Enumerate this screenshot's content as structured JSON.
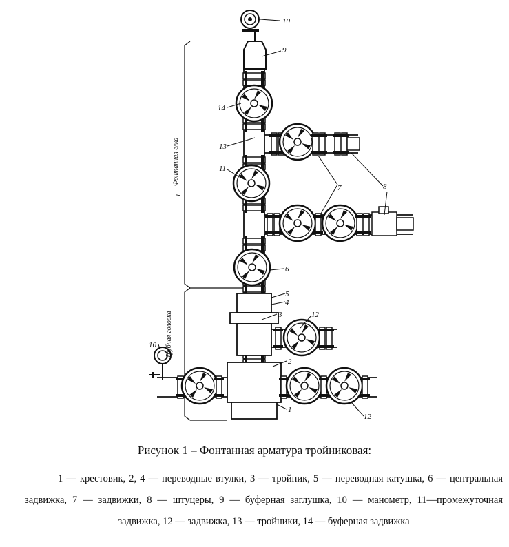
{
  "callouts": {
    "n1": "1",
    "n2": "2",
    "n3": "3",
    "n4": "4",
    "n5": "5",
    "n6": "6",
    "n7": "7",
    "n8": "8",
    "n9": "9",
    "n10a": "10",
    "n10b": "10",
    "n11": "11",
    "n12a": "12",
    "n12b": "12",
    "n13": "13",
    "n14": "14"
  },
  "side_labels": {
    "upper": "Фонтанная елка",
    "upper_num": "1",
    "lower": "Трубная головка"
  },
  "caption": "Рисунок 1 – Фонтанная арматура тройниковая:",
  "legend": "1 — крестовик, 2, 4 — переводные втулки, 3 — тройник, 5 — переводная катушка, 6 — центральная задвижка, 7 — задвижки, 8 — штуцеры, 9 — буферная заглушка, 10 — манометр, 11—промежуточная задвижка, 12 — задвижка, 13 — тройники, 14 — буферная задвижка"
}
